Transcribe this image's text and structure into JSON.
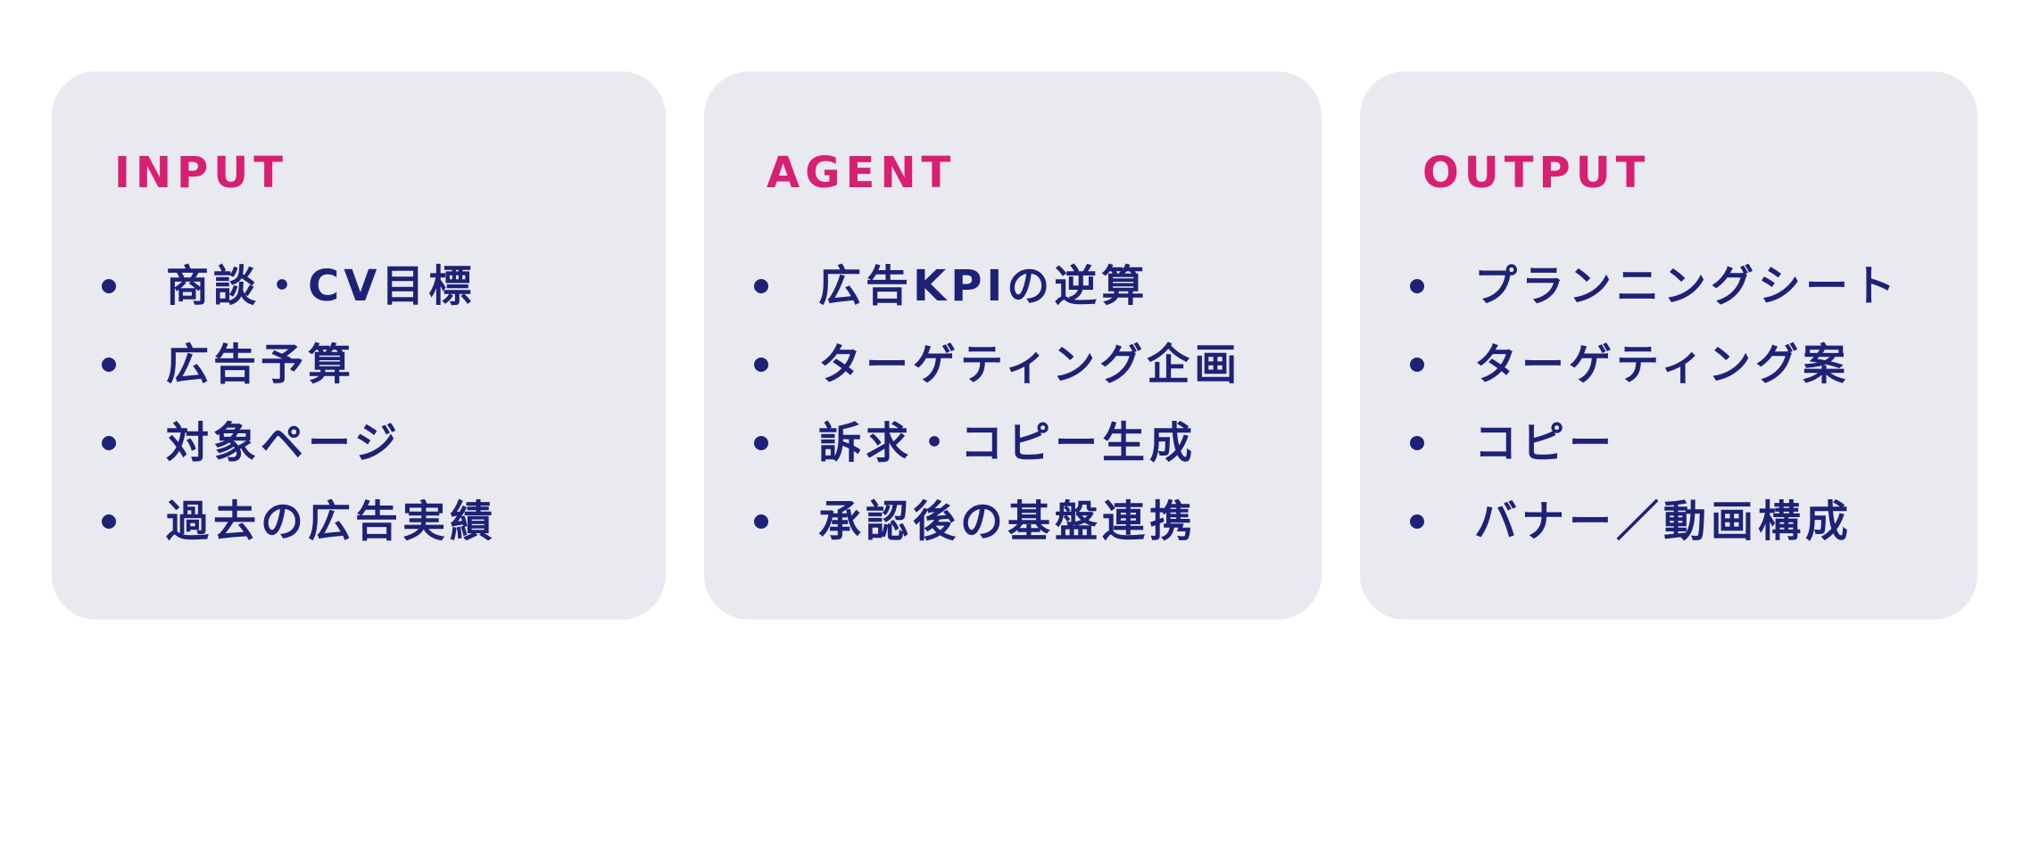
{
  "cards": [
    {
      "title": "INPUT",
      "items": [
        "商談・CV目標",
        "広告予算",
        "対象ページ",
        "過去の広告実績"
      ]
    },
    {
      "title": "AGENT",
      "items": [
        "広告KPIの逆算",
        "ターゲティング企画",
        "訴求・コピー生成",
        "承認後の基盤連携"
      ]
    },
    {
      "title": "OUTPUT",
      "items": [
        "プランニングシート",
        "ターゲティング案",
        "コピー",
        "バナー／動画構成"
      ]
    }
  ],
  "colors": {
    "card_background": "#e9e9f0",
    "title_accent": "#d81f72",
    "text_navy": "#1d2277"
  }
}
